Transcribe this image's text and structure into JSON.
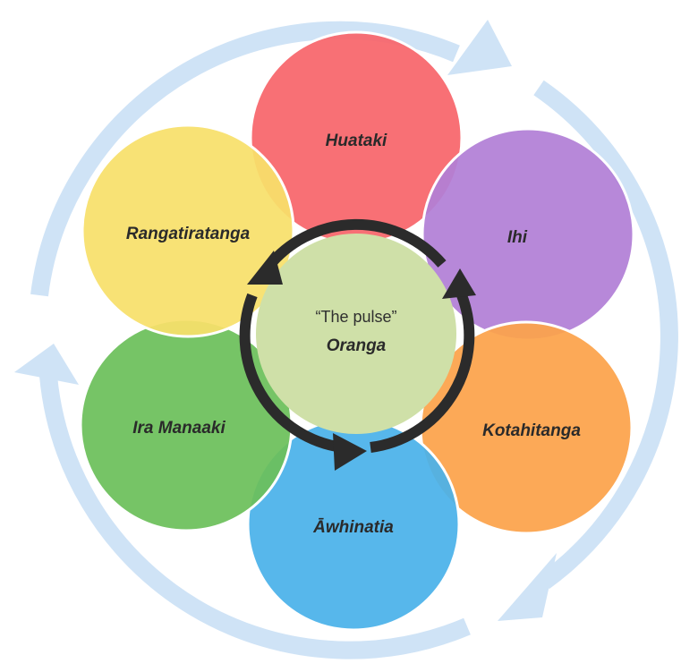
{
  "diagram": {
    "center": {
      "quote": "“The pulse”",
      "title": "Oranga",
      "color": "#cfe0a8"
    },
    "petals": [
      {
        "key": "huataki",
        "label": "Huataki",
        "color": "#f7656a"
      },
      {
        "key": "ihi",
        "label": "Ihi",
        "color": "#b27fd6"
      },
      {
        "key": "kotahitanga",
        "label": "Kotahitanga",
        "color": "#fca24a"
      },
      {
        "key": "awhinatia",
        "label": "Āwhinatia",
        "color": "#4ab1ea"
      },
      {
        "key": "ira-manaaki",
        "label": "Ira Manaaki",
        "color": "#6cbf5a"
      },
      {
        "key": "rangatiratanga",
        "label": "Rangatiratanga",
        "color": "#f7e06a"
      }
    ],
    "outer_arrow_color": "#cfe3f6",
    "inner_arrow_color": "#2b2b2b"
  }
}
